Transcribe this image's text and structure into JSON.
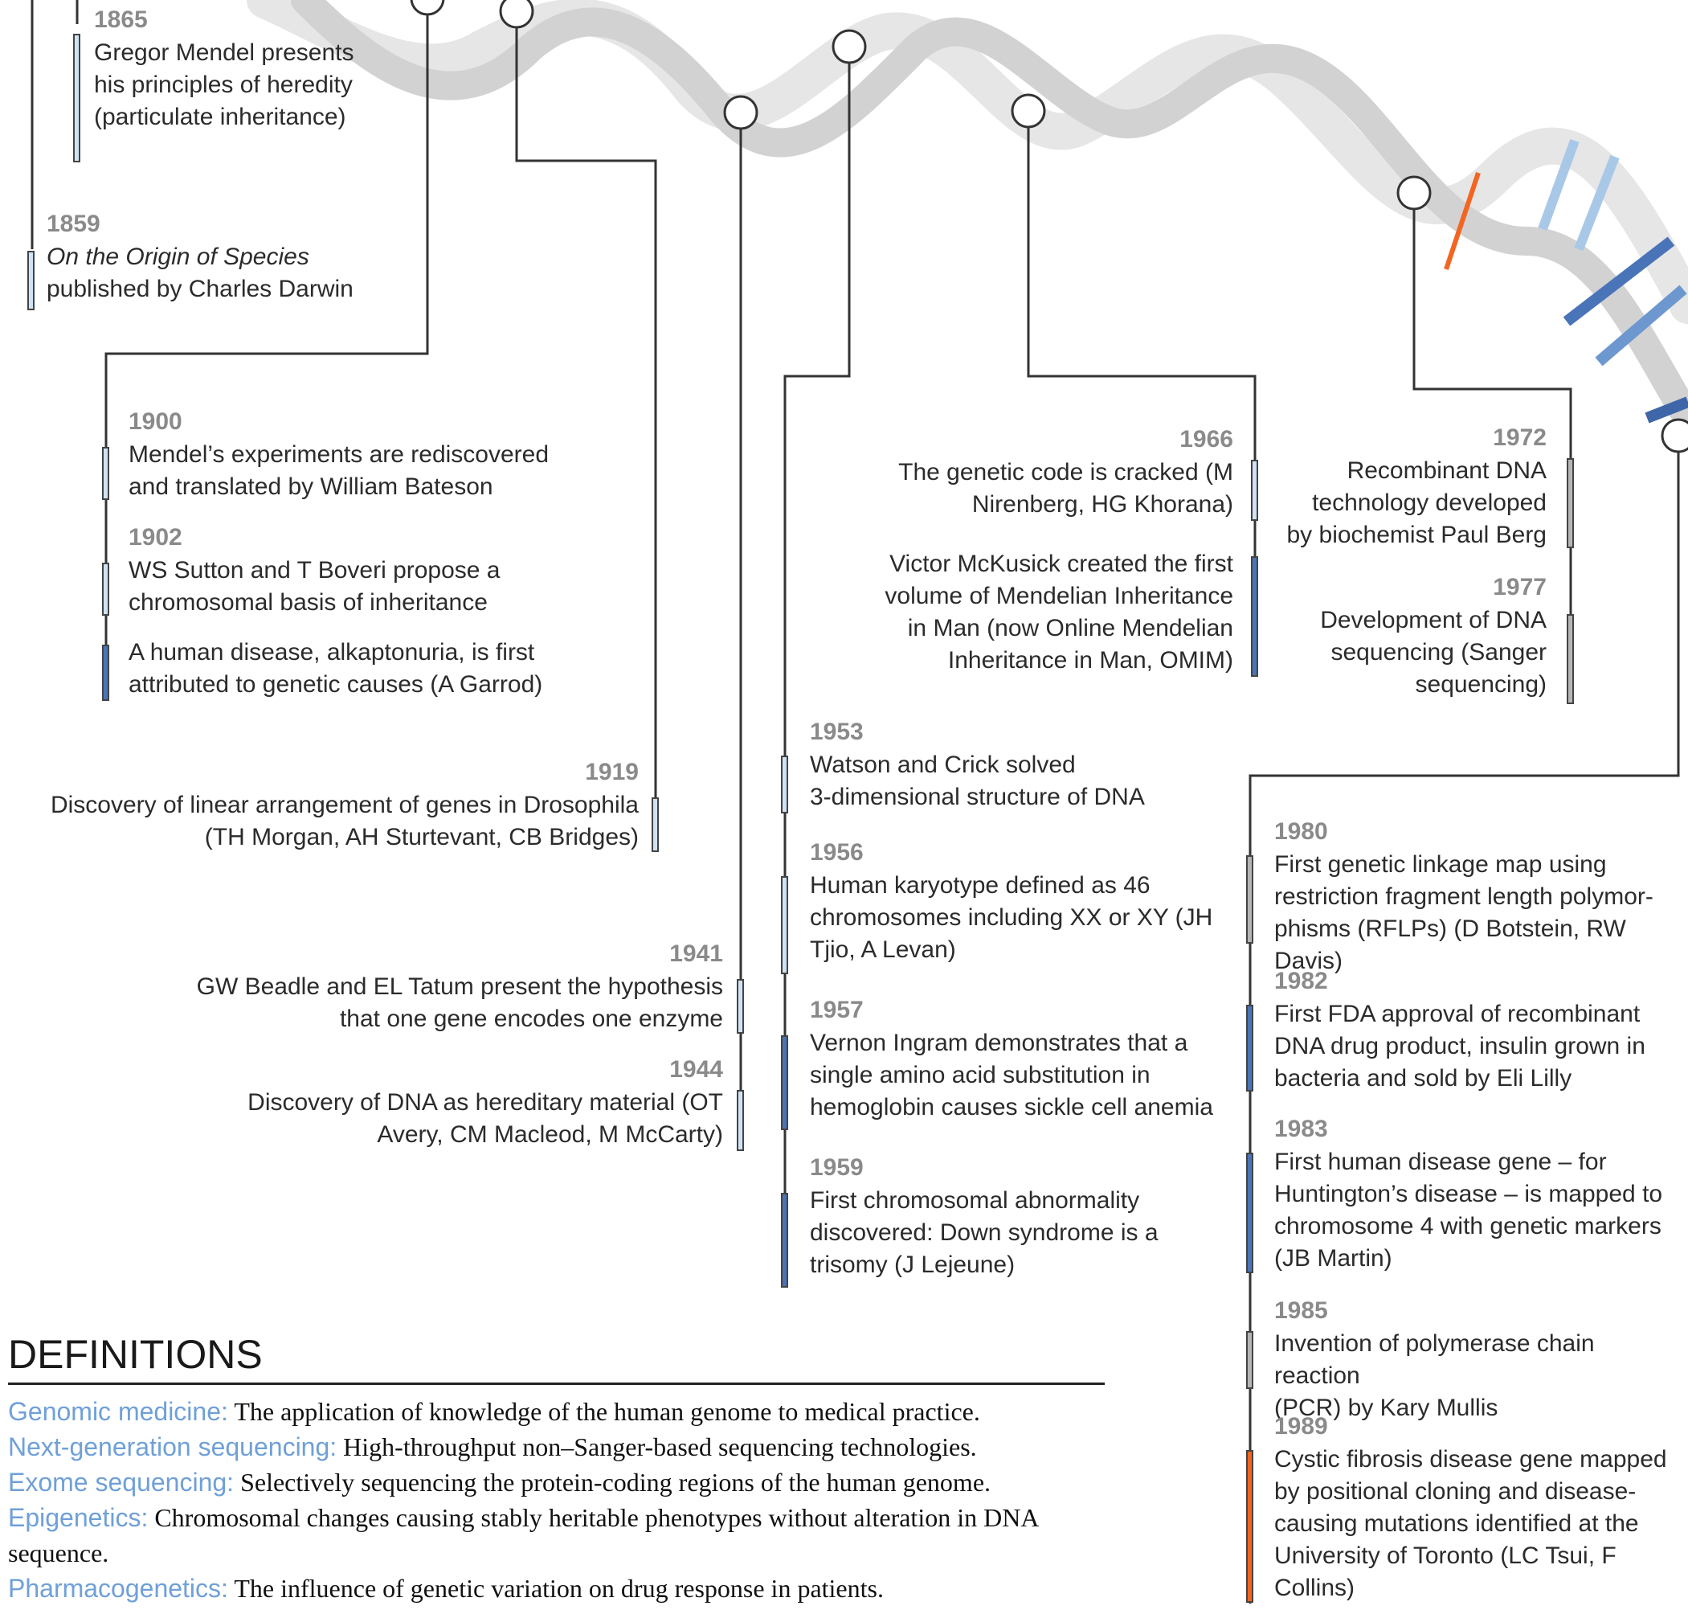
{
  "events": {
    "e1865": {
      "year": "1865",
      "text": [
        "Gregor Mendel presents",
        "his principles of heredity",
        "(particulate inheritance)"
      ],
      "category": "light"
    },
    "e1859": {
      "year": "1859",
      "title": "On the Origin of Species",
      "text": [
        "published by Charles Darwin"
      ],
      "category": "light"
    },
    "e1900": {
      "year": "1900",
      "text": [
        "Mendel’s experiments are rediscovered",
        "and translated by William Bateson"
      ],
      "category": "light"
    },
    "e1902": {
      "year": "1902",
      "text": [
        "WS Sutton and T Boveri propose a",
        "chromosomal basis of inheritance"
      ],
      "category": "light"
    },
    "e1902b": {
      "text": [
        "A human disease, alkaptonuria, is first",
        "attributed to genetic causes (A Garrod)"
      ],
      "category": "dark"
    },
    "e1919": {
      "year": "1919",
      "text": [
        "Discovery of linear arrangement of genes in Drosophila",
        "(TH Morgan, AH Sturtevant, CB Bridges)"
      ],
      "category": "light"
    },
    "e1941": {
      "year": "1941",
      "text": [
        "GW Beadle and EL Tatum present the hypothesis",
        "that one gene encodes one enzyme"
      ],
      "category": "light"
    },
    "e1944": {
      "year": "1944",
      "text": [
        "Discovery of DNA as hereditary material (OT",
        "Avery, CM Macleod, M McCarty)"
      ],
      "category": "light"
    },
    "e1953": {
      "year": "1953",
      "text": [
        "Watson and Crick solved",
        "3-dimensional structure of DNA"
      ],
      "category": "light"
    },
    "e1956": {
      "year": "1956",
      "text": [
        "Human karyotype defined as 46",
        "chromosomes including XX or XY (JH",
        "Tjio, A Levan)"
      ],
      "category": "light"
    },
    "e1957": {
      "year": "1957",
      "text": [
        "Vernon Ingram demonstrates that a",
        "single amino acid substitution in",
        "hemoglobin causes sickle cell anemia"
      ],
      "category": "dark"
    },
    "e1959": {
      "year": "1959",
      "text": [
        "First chromosomal abnormality",
        "discovered: Down syndrome is a",
        "trisomy (J Lejeune)"
      ],
      "category": "dark"
    },
    "e1966": {
      "year": "1966",
      "text": [
        "The genetic code is cracked (M",
        "Nirenberg, HG Khorana)"
      ],
      "category": "light"
    },
    "e1966b": {
      "text": [
        "Victor McKusick created the first",
        "volume of Mendelian Inheritance",
        "in Man (now Online Mendelian",
        "Inheritance in Man, OMIM)"
      ],
      "category": "dark"
    },
    "e1972": {
      "year": "1972",
      "text": [
        "Recombinant DNA",
        "technology developed",
        "by biochemist Paul Berg"
      ],
      "category": "gray"
    },
    "e1977": {
      "year": "1977",
      "text": [
        "Development of DNA",
        "sequencing (Sanger",
        "sequencing)"
      ],
      "category": "gray"
    },
    "e1980": {
      "year": "1980",
      "text": [
        "First genetic linkage map using",
        "restriction fragment length polymor-",
        "phisms (RFLPs) (D Botstein, RW Davis)"
      ],
      "category": "gray"
    },
    "e1982": {
      "year": "1982",
      "text": [
        "First FDA approval of recombinant",
        "DNA drug product, insulin grown in",
        "bacteria and sold by Eli Lilly"
      ],
      "category": "dark"
    },
    "e1983": {
      "year": "1983",
      "text": [
        "First human disease gene – for",
        "Huntington’s disease – is mapped to",
        "chromosome 4 with genetic markers",
        "(JB Martin)"
      ],
      "category": "dark"
    },
    "e1985": {
      "year": "1985",
      "text": [
        "Invention of polymerase chain reaction",
        "(PCR) by Kary Mullis"
      ],
      "category": "gray"
    },
    "e1989": {
      "year": "1989",
      "text": [
        "Cystic fibrosis disease gene mapped",
        "by positional cloning and disease-",
        "causing mutations identified at the",
        "University of  Toronto (LC Tsui, F",
        "Collins)"
      ],
      "category": "orange"
    }
  },
  "definitions": {
    "title": "DEFINITIONS",
    "items": [
      {
        "term": "Genomic medicine:",
        "text": " The application of knowledge of the human genome to medical practice."
      },
      {
        "term": "Next-generation sequencing:",
        "text": " High-throughput non–Sanger-based sequencing technologies."
      },
      {
        "term": "Exome sequencing:",
        "text": " Selectively sequencing the protein-coding regions of the human genome."
      },
      {
        "term": "Epigenetics:",
        "text": " Chromosomal changes causing stably heritable phenotypes without alteration in DNA sequence."
      },
      {
        "term": "Pharmacogenetics:",
        "text": " The influence of genetic variation on drug response in patients."
      }
    ]
  },
  "colors": {
    "light": "#cfe3f5",
    "dark": "#4a74b8",
    "gray": "#b5b5b5",
    "orange": "#f26522",
    "term": "#6fa0d8",
    "helix": "#dcdcdc",
    "connector": "#333333"
  }
}
